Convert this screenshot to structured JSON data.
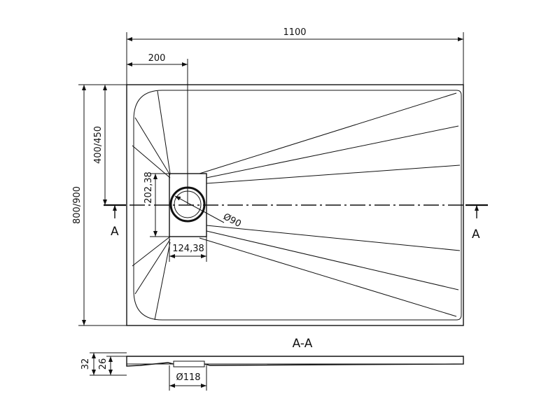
{
  "dimensions": {
    "overall_length": "1100",
    "drain_offset_x": "200",
    "drain_offset_y": "400/450",
    "overall_width": "800/900",
    "drain_cover_height": "202,38",
    "drain_cover_width": "124,38",
    "drain_diameter": "Ø90",
    "outlet_diameter": "Ø118",
    "section_height_total": "32",
    "section_height_inner": "26"
  },
  "section": {
    "marker_left": "A",
    "marker_right": "A",
    "title": "A-A"
  },
  "colors": {
    "line": "#111111",
    "background": "#ffffff"
  }
}
